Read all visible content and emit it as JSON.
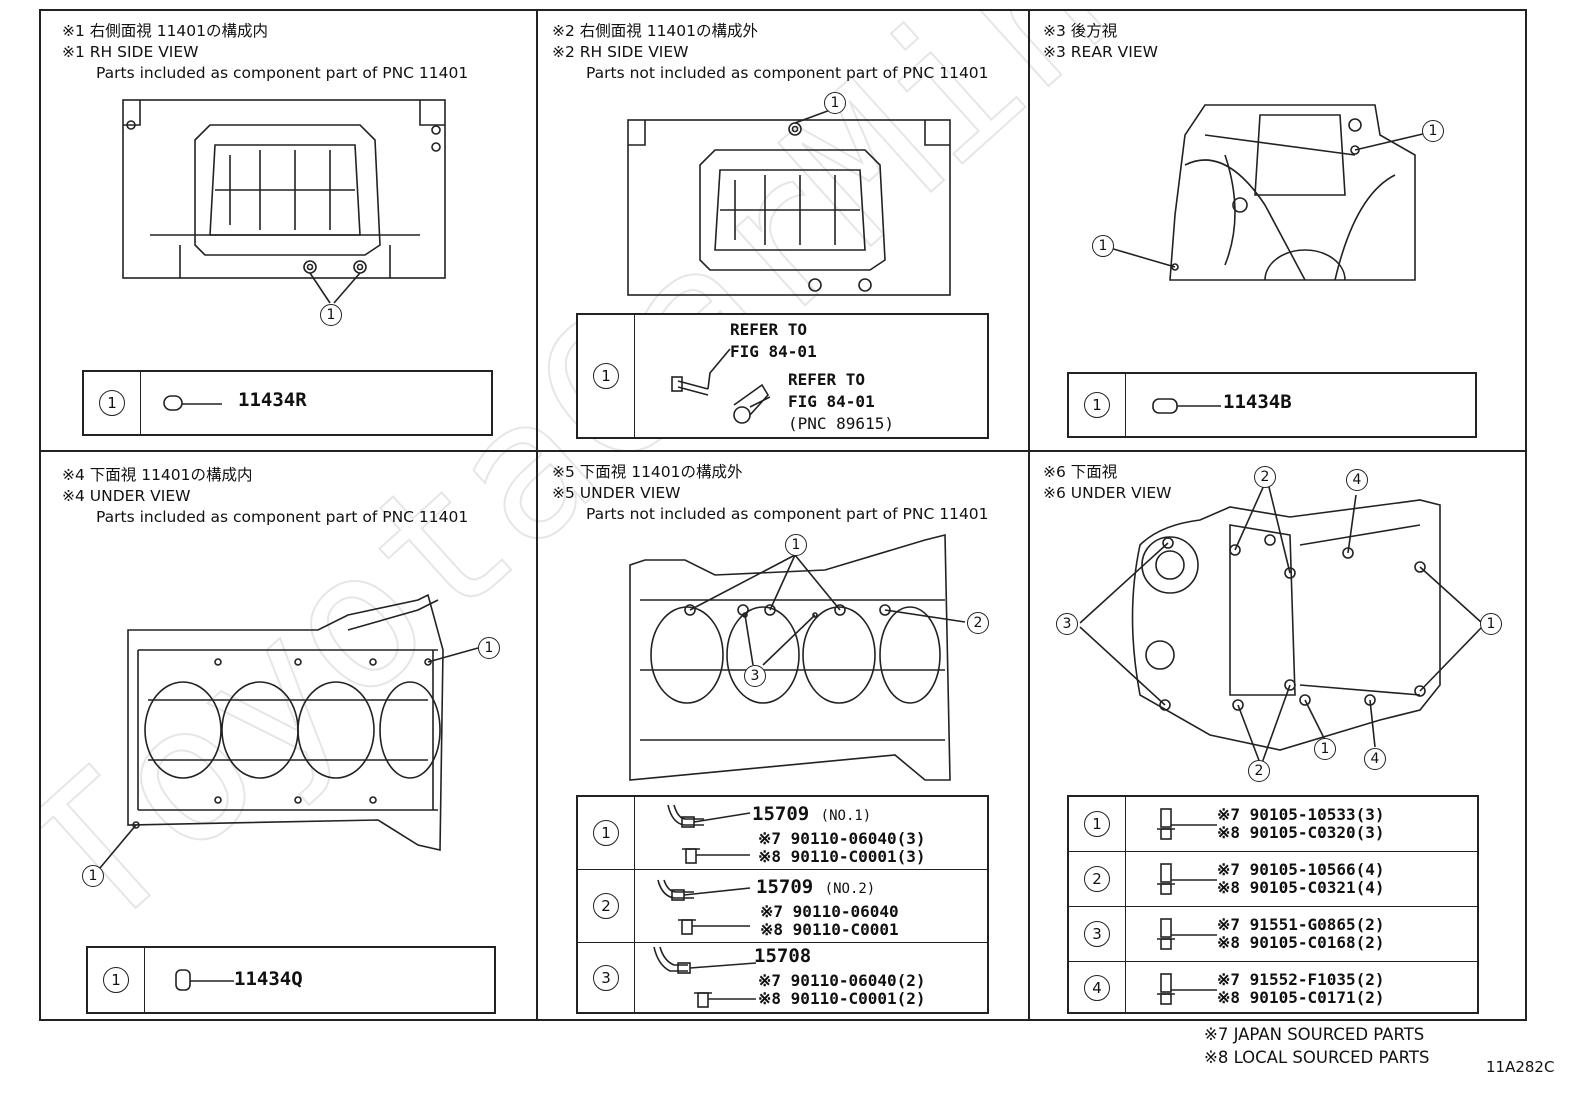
{
  "panels": [
    {
      "jp": "※1 右側面視 11401の構成内",
      "en": "※1 RH SIDE VIEW",
      "desc": "Parts included as component part of PNC 11401"
    },
    {
      "jp": "※2 右側面視 11401の構成外",
      "en": "※2 RH SIDE VIEW",
      "desc": "Parts not included as component part of PNC 11401"
    },
    {
      "jp": "※3 後方視",
      "en": "※3 REAR VIEW",
      "desc": ""
    },
    {
      "jp": "※4 下面視 11401の構成内",
      "en": "※4 UNDER VIEW",
      "desc": "Parts included as component part of PNC 11401"
    },
    {
      "jp": "※5 下面視 11401の構成外",
      "en": "※5 UNDER VIEW",
      "desc": "Parts not included as component part of PNC 11401"
    },
    {
      "jp": "※6 下面視",
      "en": "※6 UNDER VIEW",
      "desc": ""
    }
  ],
  "callout_labels": {
    "one": "1",
    "two": "2",
    "three": "3",
    "four": "4"
  },
  "tables": {
    "p1": {
      "num": "1",
      "part": "11434R"
    },
    "p2": {
      "num": "1",
      "refer1a": "REFER TO",
      "refer1b": "FIG 84-01",
      "refer2a": "REFER TO",
      "refer2b": "FIG 84-01",
      "refer2c": "(PNC 89615)"
    },
    "p3": {
      "num": "1",
      "part": "11434B"
    },
    "p4": {
      "num": "1",
      "part": "11434Q"
    },
    "p5": [
      {
        "num": "1",
        "part": "15709",
        "note": "(NO.1)",
        "s7": "※7 90110-06040(3)",
        "s8": "※8 90110-C0001(3)"
      },
      {
        "num": "2",
        "part": "15709",
        "note": "(NO.2)",
        "s7": "※7 90110-06040",
        "s8": "※8 90110-C0001"
      },
      {
        "num": "3",
        "part": "15708",
        "note": "",
        "s7": "※7 90110-06040(2)",
        "s8": "※8 90110-C0001(2)"
      }
    ],
    "p6": [
      {
        "num": "1",
        "s7": "※7 90105-10533(3)",
        "s8": "※8 90105-C0320(3)"
      },
      {
        "num": "2",
        "s7": "※7 90105-10566(4)",
        "s8": "※8 90105-C0321(4)"
      },
      {
        "num": "3",
        "s7": "※7 91551-G0865(2)",
        "s8": "※8 90105-C0168(2)"
      },
      {
        "num": "4",
        "s7": "※7 91552-F1035(2)",
        "s8": "※8 90105-C0171(2)"
      }
    ]
  },
  "legend": {
    "l7": "※7 JAPAN SOURCED PARTS",
    "l8": "※8 LOCAL SOURCED PARTS"
  },
  "figure_code": "11A282C",
  "watermark": "ToyotaCarMine.ru"
}
